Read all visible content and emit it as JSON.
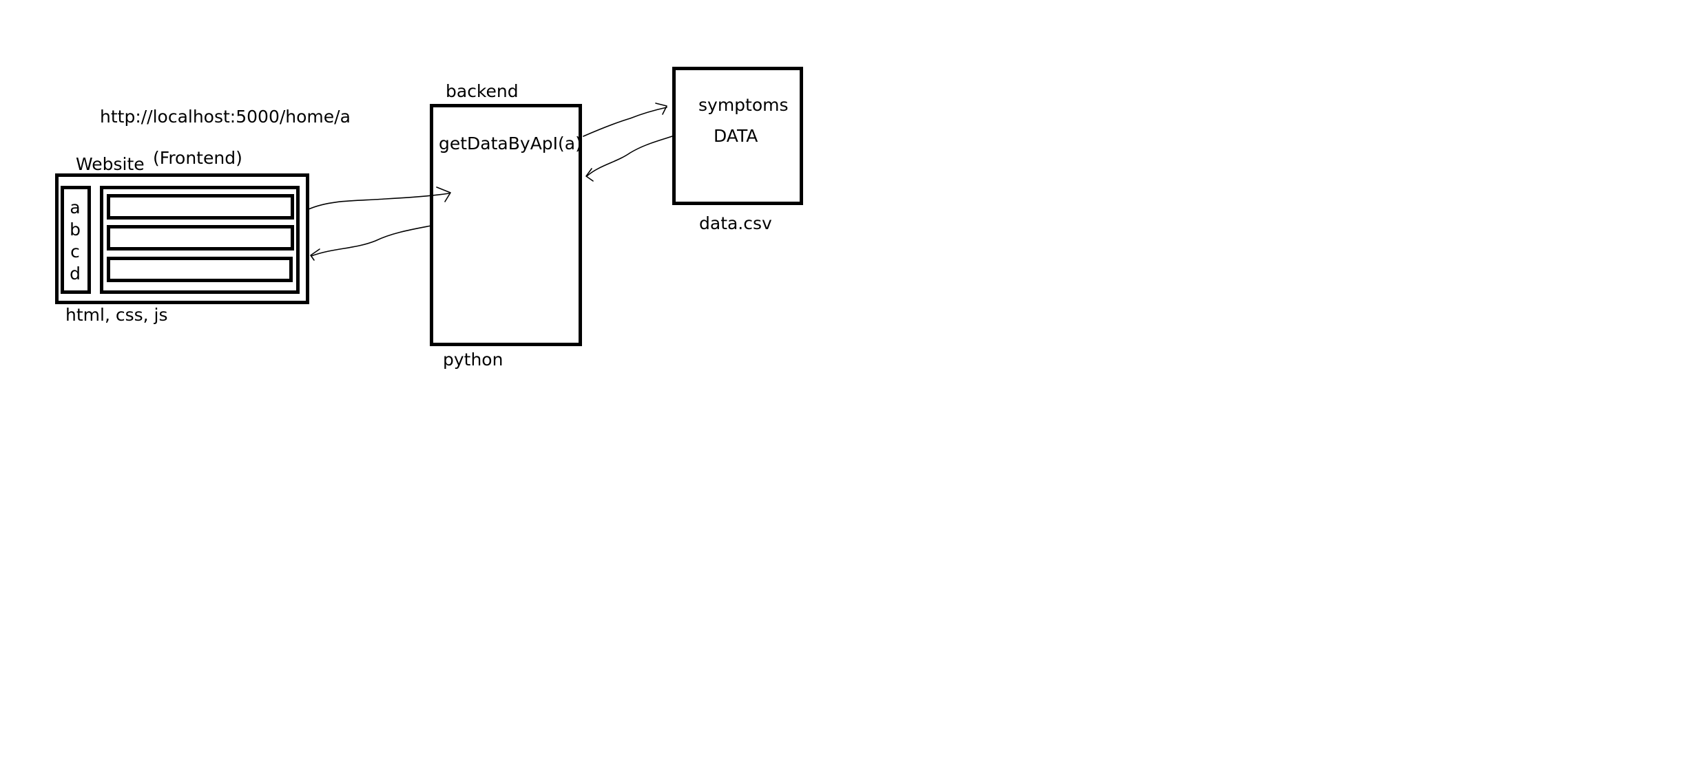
{
  "url_text": "http://localhost:5000/home/a",
  "frontend": {
    "title": "Website",
    "subtitle": "(Frontend)",
    "tech": "html, css, js",
    "sidebar_letters": [
      "a",
      "b",
      "c",
      "d"
    ]
  },
  "backend": {
    "title": "backend",
    "function_call": "getDataByApI(a)",
    "language": "python"
  },
  "data_store": {
    "line1": "symptoms",
    "line2": "DATA",
    "filename": "data.csv"
  }
}
